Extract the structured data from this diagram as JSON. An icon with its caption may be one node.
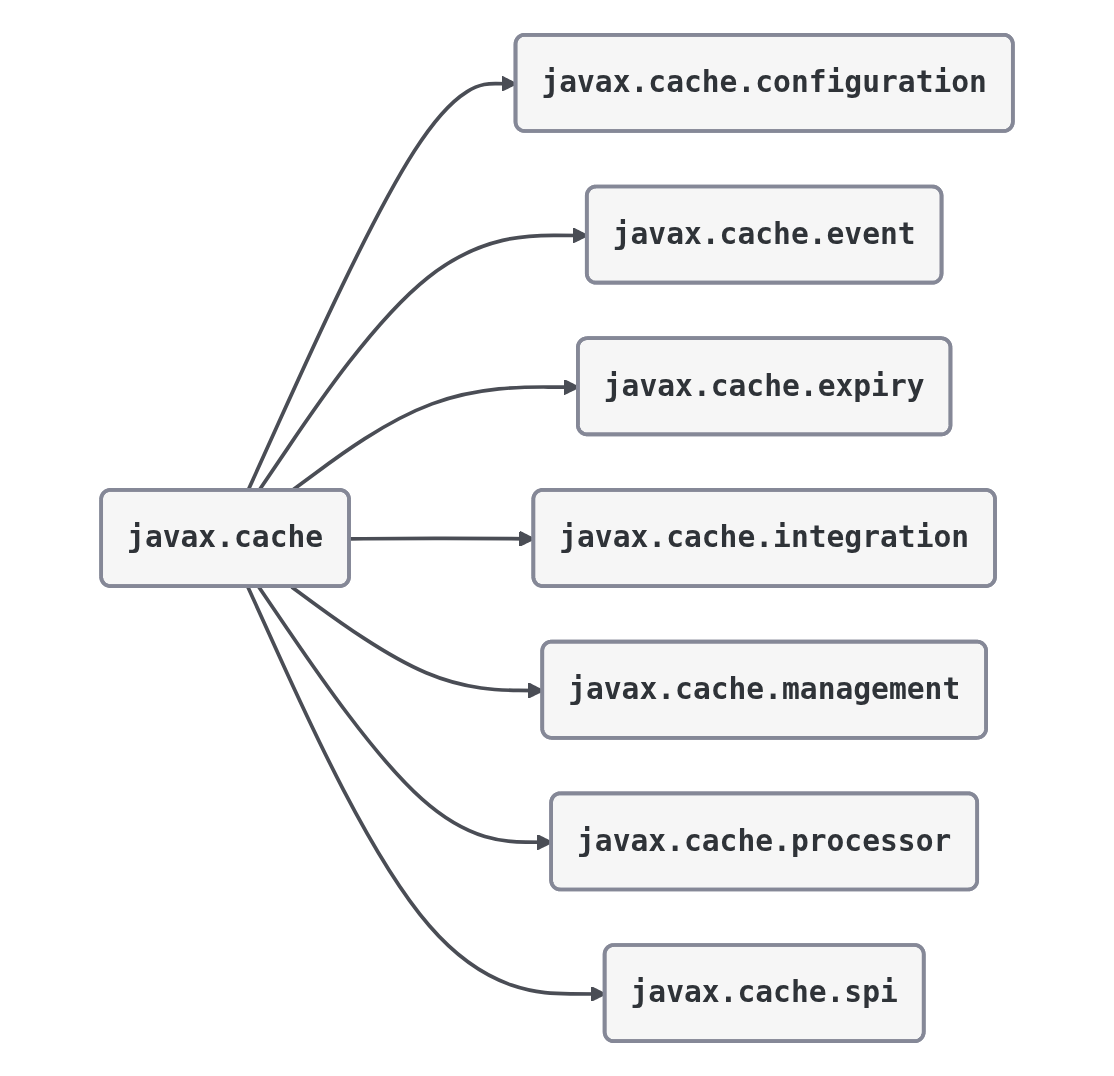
{
  "diagram": {
    "nodes": [
      {
        "text": [
          "javax.cache"
        ]
      },
      {
        "text": [
          "javax.cache.configuration"
        ]
      },
      {
        "text": [
          "javax.cache.event"
        ]
      },
      {
        "text": [
          "javax.cache.expiry"
        ]
      },
      {
        "text": [
          "javax.cache.integration"
        ]
      },
      {
        "text": [
          "javax.cache.management"
        ]
      },
      {
        "text": [
          "javax.cache.processor"
        ]
      },
      {
        "text": [
          "javax.cache.spi"
        ]
      }
    ],
    "edges": [
      {
        "from": 0,
        "to": 1,
        "arrow": "to"
      },
      {
        "from": 0,
        "to": 2,
        "arrow": "to"
      },
      {
        "from": 0,
        "to": 3,
        "arrow": "to"
      },
      {
        "from": 0,
        "to": 4,
        "arrow": "to"
      },
      {
        "from": 0,
        "to": 5,
        "arrow": "to"
      },
      {
        "from": 0,
        "to": 6,
        "arrow": "to"
      },
      {
        "from": 0,
        "to": 7,
        "arrow": "to"
      }
    ]
  }
}
